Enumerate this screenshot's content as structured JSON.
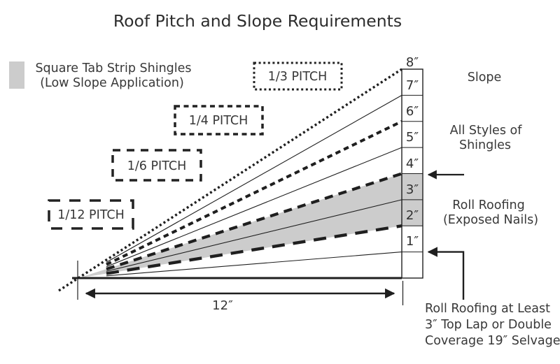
{
  "title": "Roof Pitch and Slope Requirements",
  "colors": {
    "ink": "#1f1f1f",
    "text": "#383838",
    "shade_gray": "#cccccc",
    "background": "#ffffff"
  },
  "legend": {
    "line1": "Square Tab Strip Shingles",
    "line2": "(Low Slope Application)",
    "swatch": "gray-rectangle"
  },
  "pitch_lines": [
    {
      "label": "1/3 PITCH",
      "style": "dotted",
      "rise_inches": 8
    },
    {
      "label": "1/4 PITCH",
      "style": "short-dash",
      "rise_inches": 6
    },
    {
      "label": "1/6 PITCH",
      "style": "dash",
      "rise_inches": 4
    },
    {
      "label": "1/12 PITCH",
      "style": "long-dash",
      "rise_inches": 2
    }
  ],
  "scale": {
    "heading": "Slope",
    "marks": [
      "8″",
      "7″",
      "6″",
      "5″",
      "4″",
      "3″",
      "2″",
      "1″"
    ],
    "run_label": "12″"
  },
  "annotations": {
    "all_styles_line1": "All Styles of",
    "all_styles_line2": "Shingles",
    "roll_roofing_line1": "Roll Roofing",
    "roll_roofing_line2": "(Exposed Nails)",
    "note_line1": "Roll Roofing at Least",
    "note_line2": "3″ Top Lap or Double",
    "note_line3": "Coverage 19″ Selvage"
  }
}
